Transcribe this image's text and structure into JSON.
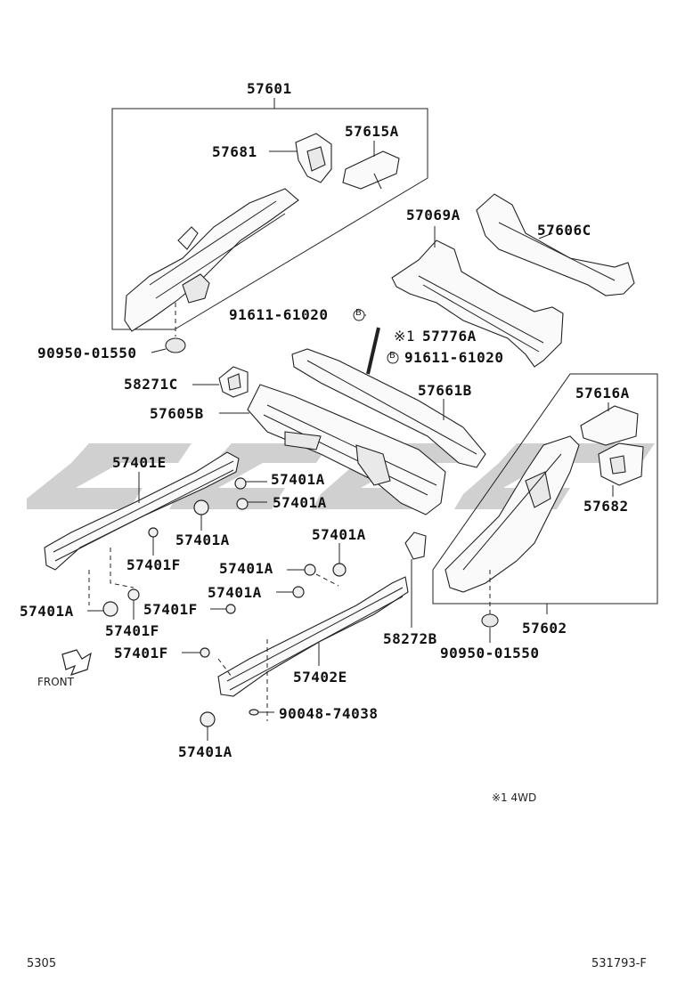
{
  "diagram": {
    "watermark_text": "SSSS",
    "callouts": {
      "p57601": "57601",
      "p57681": "57681",
      "p57615A": "57615A",
      "p57069A": "57069A",
      "p57606C": "57606C",
      "p91611_top": "91611-61020",
      "p57776A": "57776A",
      "p57776A_mark": "※1",
      "p91611_bot": "91611-61020",
      "p90950_top": "90950-01550",
      "p58271C": "58271C",
      "p57661B": "57661B",
      "p57605B": "57605B",
      "p57616A": "57616A",
      "p57682": "57682",
      "p57401E": "57401E",
      "p57401A_1": "57401A",
      "p57401A_2": "57401A",
      "p57401A_3": "57401A",
      "p57401F_1": "57401F",
      "p57401A_4": "57401A",
      "p57401A_5": "57401A",
      "p57401A_6": "57401A",
      "p57401A_7": "57401A",
      "p57401F_2": "57401F",
      "p57401F_3": "57401F",
      "p57401F_4": "57401F",
      "p57402E": "57402E",
      "p58272B": "58272B",
      "p57602": "57602",
      "p90950_bot": "90950-01550",
      "p90048": "90048-74038",
      "p57401A_8": "57401A"
    },
    "bolt_marker": "B",
    "front_label": "FRONT",
    "footnote": "※1 4WD",
    "page_number": "5305",
    "figure_code": "531793-F"
  }
}
